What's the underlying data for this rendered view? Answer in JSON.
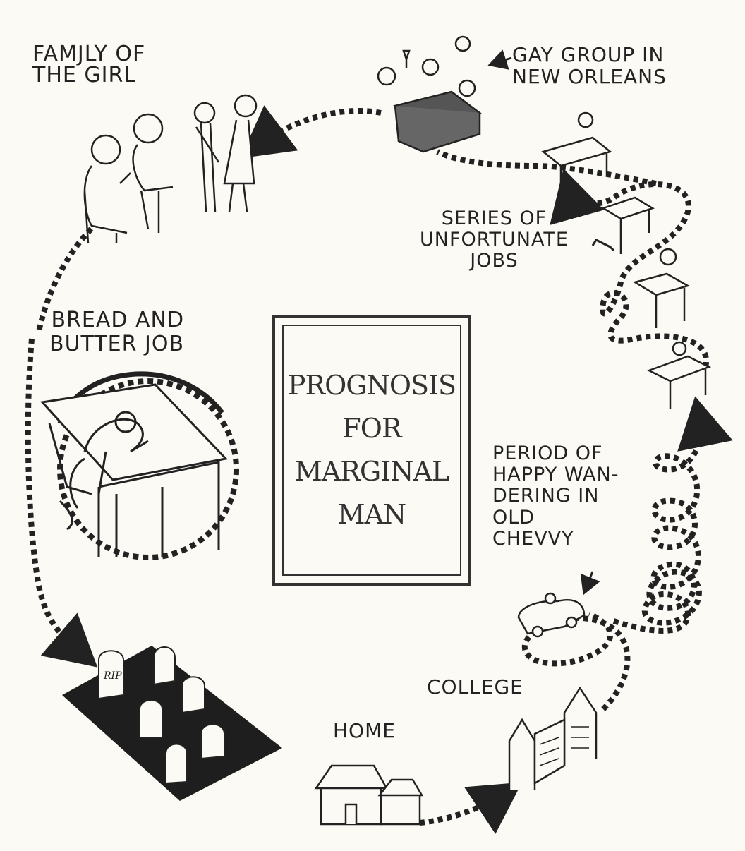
{
  "title": {
    "lines": [
      "PROGNOSIS",
      "FOR",
      "MARGINAL",
      "MAN"
    ]
  },
  "stages": {
    "home": "HOME",
    "college": "COLLEGE",
    "wandering": "PERIOD OF\nHAPPY WAN-\nDERING IN\nOLD\nCHEVVY",
    "jobs": "SERIES OF\nUNFORTUNATE\nJOBS",
    "gay_group": "GAY GROUP IN\nNEW ORLEANS",
    "family": "FAMJLY OF\nTHE GIRL",
    "bread_job": "BREAD AND\nBUTTER JOB"
  },
  "grave_text": "RIP",
  "colors": {
    "ink": "#222222",
    "paper": "#fbfaf4",
    "cemetery": "#1e1e1e"
  }
}
